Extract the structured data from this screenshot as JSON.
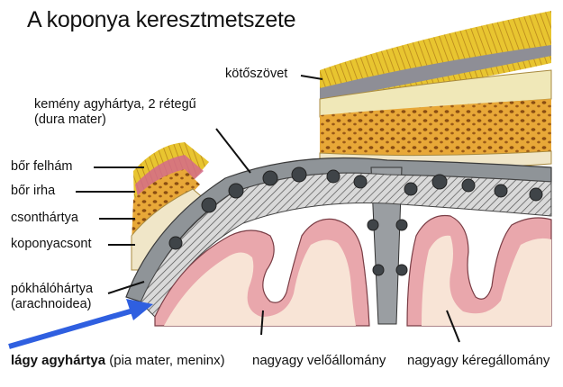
{
  "title": "A koponya keresztmetszete",
  "labels": {
    "kotoszovet": "kötőszövet",
    "kemeny_line1": "kemény agyhártya, 2 rétegű",
    "kemeny_line2": "(dura mater)",
    "bor_felham": "bőr felhám",
    "bor_irha": "bőr irha",
    "csonthartya": "csonthártya",
    "koponyacsont": "koponyacsont",
    "pokhalo_line1": "pókhálóhártya",
    "pokhalo_line2": "(arachnoidea)",
    "lagy_bold": "lágy agyhártya",
    "lagy_rest": " (pia mater, meninx)",
    "velo": "nagyagy velőállomány",
    "kereg": "nagyagy kéregállomány"
  },
  "colors": {
    "skin_yellow": "#e8c530",
    "skin_dark": "#b8861b",
    "bone": "#e0a030",
    "dura_gray": "#8f9498",
    "brain_pink": "#e9a7ac",
    "white_matter": "#f8e4d6",
    "arrow_blue": "#2f5fe0"
  }
}
